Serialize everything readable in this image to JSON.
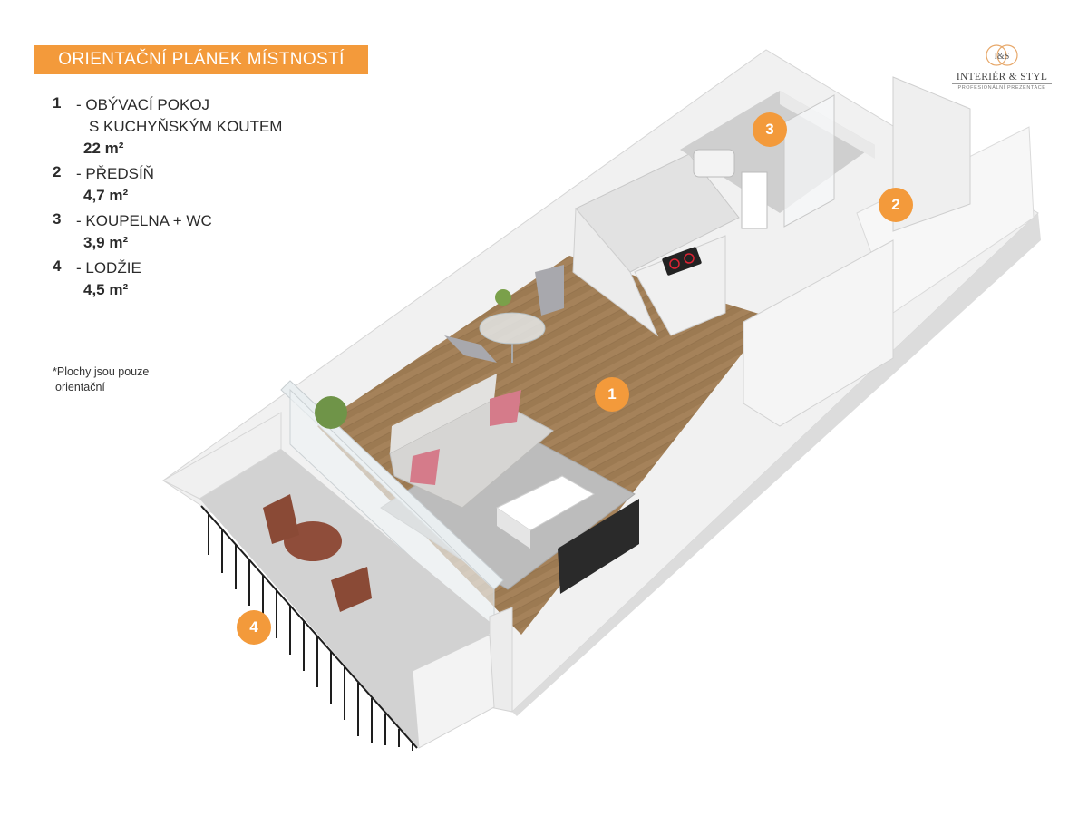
{
  "header": {
    "title": "ORIENTAČNÍ PLÁNEK MÍSTNOSTÍ"
  },
  "logo": {
    "brand": "INTERIÉR & STYL",
    "subtitle": "PROFESIONÁLNÍ PREZENTACE",
    "monogram": "I&S"
  },
  "rooms": [
    {
      "number": "1",
      "label_lines": [
        "- OBÝVACÍ POKOJ",
        "S KUCHYŇSKÝM KOUTEM"
      ],
      "area": "22 m²"
    },
    {
      "number": "2",
      "label_lines": [
        "- PŘEDSÍŇ"
      ],
      "area": "4,7 m²"
    },
    {
      "number": "3",
      "label_lines": [
        "- KOUPELNA + WC"
      ],
      "area": "3,9 m²"
    },
    {
      "number": "4",
      "label_lines": [
        "- LODŽIE"
      ],
      "area": "4,5 m²"
    }
  ],
  "note": {
    "line1": "*Plochy jsou pouze",
    "line2": "orientační"
  },
  "colors": {
    "accent": "#f39a3b",
    "floor": "#9a7750",
    "wall": "#f4f4f4",
    "rug": "#bdbdbd"
  }
}
